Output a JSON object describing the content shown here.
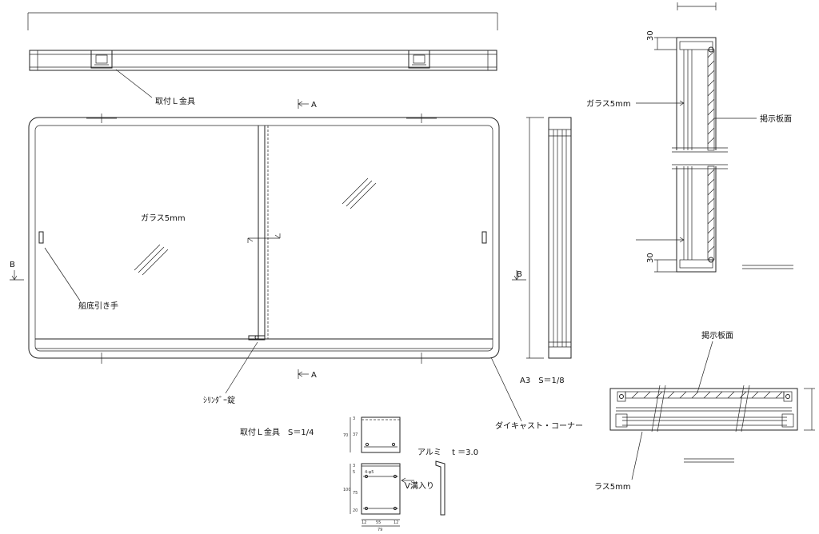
{
  "labels": {
    "mounting_bracket": "取付Ｌ金具",
    "section_a": "A",
    "section_a_bottom": "A",
    "section_b_left": "B",
    "section_b_right": "B",
    "glass_front": "ガラス5mm",
    "finger_pull": "船底引き手",
    "cylinder_lock": "ｼﾘﾝﾀﾞｰ錠",
    "scale_note": "A3　S＝1/8",
    "diecast_corner": "ダイキャスト・コーナー",
    "bracket_scale": "取付Ｌ金具　S＝1/4",
    "aluminum": "アルミ　 t ＝3.0",
    "v_groove": "V溝入り",
    "glass_section": "ガラス5mm",
    "board_surface_right": "掲示板面",
    "board_surface_bottom": "掲示板面",
    "lath": "ラス5mm",
    "dim_30_top": "30",
    "dim_30_bottom": "30"
  },
  "bracket_dims": {
    "top_h": "70",
    "top_a": "37",
    "top_b": "3",
    "bot_h": "100",
    "bot_a": "5",
    "bot_b": "75",
    "bot_c": "20",
    "bot_d": "3",
    "w_left": "12",
    "w_mid": "55",
    "w_right": "12",
    "w_total": "79",
    "hole": "4-φ5"
  }
}
